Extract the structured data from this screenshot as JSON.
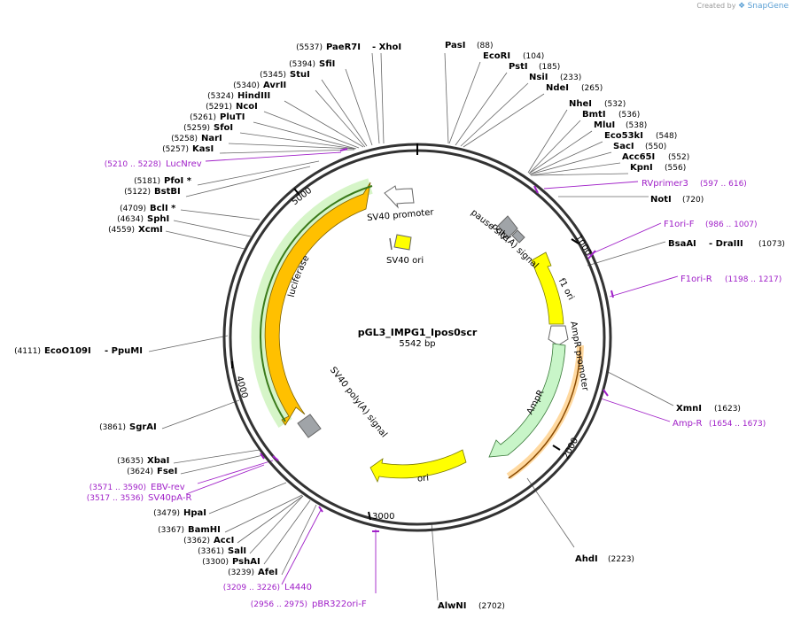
{
  "credit": {
    "prefix": "Created by",
    "brand": "SnapGene"
  },
  "plasmid": {
    "name": "pGL3_IMPG1_Ipos0scr",
    "size_label": "5542 bp"
  },
  "ticks": [
    "1000",
    "2000",
    "3000",
    "4000",
    "5000"
  ],
  "enzymes": [
    {
      "name": "PaeR7I",
      "pos": "(5537)"
    },
    {
      "name": "- XhoI",
      "pos": ""
    },
    {
      "name": "SfiI",
      "pos": "(5394)"
    },
    {
      "name": "StuI",
      "pos": "(5345)"
    },
    {
      "name": "AvrII",
      "pos": "(5340)"
    },
    {
      "name": "HindIII",
      "pos": "(5324)"
    },
    {
      "name": "NcoI",
      "pos": "(5291)"
    },
    {
      "name": "PluTI",
      "pos": "(5261)"
    },
    {
      "name": "SfoI",
      "pos": "(5259)"
    },
    {
      "name": "NarI",
      "pos": "(5258)"
    },
    {
      "name": "KasI",
      "pos": "(5257)"
    },
    {
      "name": "PfoI *",
      "pos": "(5181)"
    },
    {
      "name": "BstBI",
      "pos": "(5122)"
    },
    {
      "name": "BclI *",
      "pos": "(4709)"
    },
    {
      "name": "SphI",
      "pos": "(4634)"
    },
    {
      "name": "XcmI",
      "pos": "(4559)"
    },
    {
      "name": "EcoO109I",
      "pos": "(4111)"
    },
    {
      "name": "- PpuMI",
      "pos": ""
    },
    {
      "name": "SgrAI",
      "pos": "(3861)"
    },
    {
      "name": "XbaI",
      "pos": "(3635)"
    },
    {
      "name": "FseI",
      "pos": "(3624)"
    },
    {
      "name": "HpaI",
      "pos": "(3479)"
    },
    {
      "name": "BamHI",
      "pos": "(3367)"
    },
    {
      "name": "AccI",
      "pos": "(3362)"
    },
    {
      "name": "SalI",
      "pos": "(3361)"
    },
    {
      "name": "PshAI",
      "pos": "(3300)"
    },
    {
      "name": "AfeI",
      "pos": "(3239)"
    },
    {
      "name": "AlwNI",
      "pos": "(2702)"
    },
    {
      "name": "PasI",
      "pos": "(88)"
    },
    {
      "name": "EcoRI",
      "pos": "(104)"
    },
    {
      "name": "PstI",
      "pos": "(185)"
    },
    {
      "name": "NsiI",
      "pos": "(233)"
    },
    {
      "name": "NdeI",
      "pos": "(265)"
    },
    {
      "name": "NheI",
      "pos": "(532)"
    },
    {
      "name": "BmtI",
      "pos": "(536)"
    },
    {
      "name": "MluI",
      "pos": "(538)"
    },
    {
      "name": "Eco53kI",
      "pos": "(548)"
    },
    {
      "name": "SacI",
      "pos": "(550)"
    },
    {
      "name": "Acc65I",
      "pos": "(552)"
    },
    {
      "name": "KpnI",
      "pos": "(556)"
    },
    {
      "name": "NotI",
      "pos": "(720)"
    },
    {
      "name": "BsaAI",
      "pos": ""
    },
    {
      "name": "- DraIII",
      "pos": "(1073)"
    },
    {
      "name": "XmnI",
      "pos": "(1623)"
    },
    {
      "name": "AhdI",
      "pos": "(2223)"
    }
  ],
  "primers": [
    {
      "name": "LucNrev",
      "range": "(5210 .. 5228)"
    },
    {
      "name": "RVprimer3",
      "range": "(597 .. 616)"
    },
    {
      "name": "F1ori-F",
      "range": "(986 .. 1007)"
    },
    {
      "name": "F1ori-R",
      "range": "(1198 .. 1217)"
    },
    {
      "name": "Amp-R",
      "range": "(1654 .. 1673)"
    },
    {
      "name": "EBV-rev",
      "range": "(3571 .. 3590)"
    },
    {
      "name": "SV40pA-R",
      "range": "(3517 .. 3536)"
    },
    {
      "name": "L4440",
      "range": "(3209 .. 3226)"
    },
    {
      "name": "pBR322ori-F",
      "range": "(2956 .. 2975)"
    }
  ],
  "features": {
    "sv40_promoter": "SV40 promoter",
    "sv40_ori": "SV40 ori",
    "pause_site": "pause site",
    "polya_signal": "poly(A) signal",
    "f1_ori": "f1 ori",
    "ampr_promoter": "AmpR promoter",
    "ampr": "AmpR",
    "ori": "ori",
    "sv40_polya": "SV40 poly(A) signal",
    "luciferase": "luciferase"
  },
  "colors": {
    "primer": "#a020c8",
    "luciferase": "#ffc000",
    "f1ori": "#ffff00",
    "ampr": "#c8f5c8",
    "gray_feature": "#a0a4a8",
    "backbone": "#333333"
  }
}
